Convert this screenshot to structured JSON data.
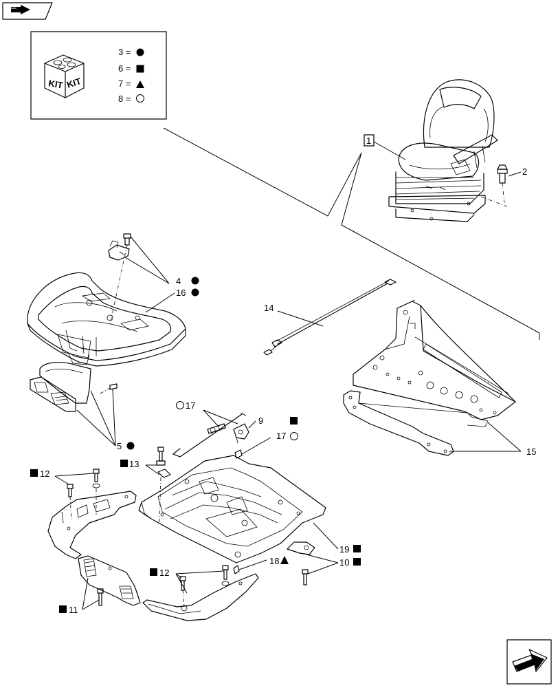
{
  "nav": {
    "prev_icon": "arrow-prev-icon",
    "next_icon": "arrow-next-icon"
  },
  "kit": {
    "badge": "KIT",
    "legend": [
      {
        "num": "3 =",
        "symbol": "filled-circle"
      },
      {
        "num": "6 =",
        "symbol": "filled-square"
      },
      {
        "num": "7 =",
        "symbol": "filled-triangle"
      },
      {
        "num": "8 =",
        "symbol": "open-circle"
      }
    ]
  },
  "callouts": {
    "c1": "1",
    "c2": "2",
    "c4": "4",
    "c16": "16",
    "c14": "14",
    "c17a": "17",
    "c9": "9",
    "c17b": "17",
    "c5": "5",
    "c13": "13",
    "c12a": "12",
    "c15": "15",
    "c19": "19",
    "c18": "18",
    "c10": "10",
    "c12b": "12",
    "c11": "11"
  }
}
